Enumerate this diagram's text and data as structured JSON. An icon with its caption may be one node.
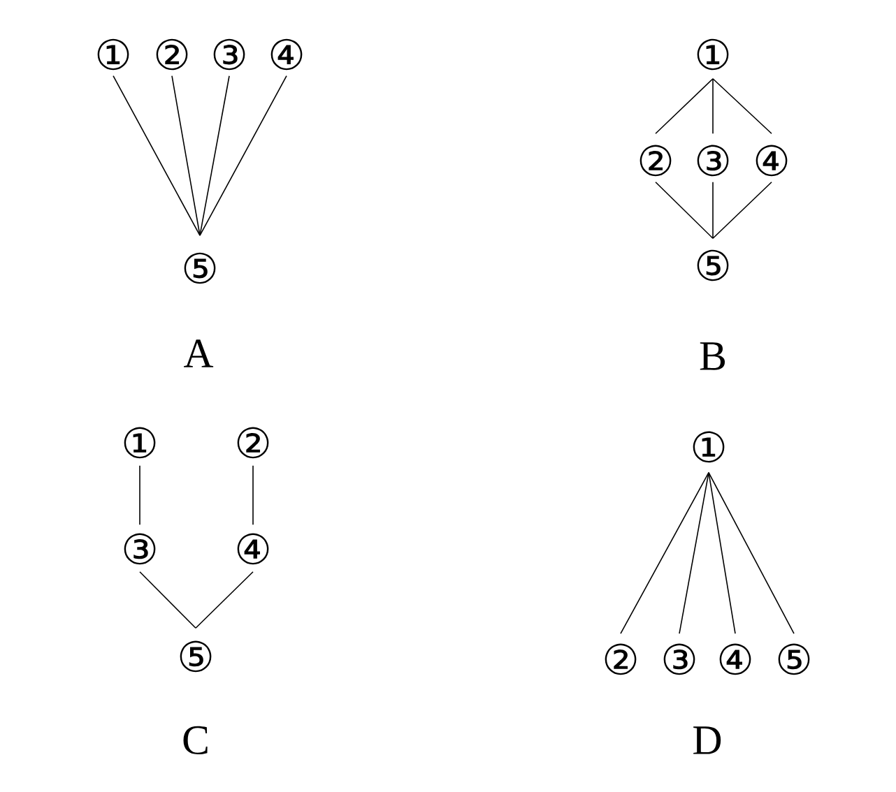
{
  "diagram": {
    "nodes": [
      {
        "text": [
          "①"
        ]
      },
      {
        "text": [
          "②"
        ]
      },
      {
        "text": [
          "③"
        ]
      },
      {
        "text": [
          "④"
        ]
      },
      {
        "text": [
          "⑤"
        ]
      },
      {
        "text": [
          "①"
        ]
      },
      {
        "text": [
          "②"
        ]
      },
      {
        "text": [
          "③"
        ]
      },
      {
        "text": [
          "④"
        ]
      },
      {
        "text": [
          "⑤"
        ]
      },
      {
        "text": [
          "①"
        ]
      },
      {
        "text": [
          "②"
        ]
      },
      {
        "text": [
          "③"
        ]
      },
      {
        "text": [
          "④"
        ]
      },
      {
        "text": [
          "⑤"
        ]
      },
      {
        "text": [
          "①"
        ]
      },
      {
        "text": [
          "②"
        ]
      },
      {
        "text": [
          "③"
        ]
      },
      {
        "text": [
          "④"
        ]
      },
      {
        "text": [
          "⑤"
        ]
      }
    ],
    "edges": [
      {
        "from": 0,
        "to": 4,
        "arrow": "none"
      },
      {
        "from": 1,
        "to": 4,
        "arrow": "none"
      },
      {
        "from": 2,
        "to": 4,
        "arrow": "none"
      },
      {
        "from": 3,
        "to": 4,
        "arrow": "none"
      },
      {
        "from": 5,
        "to": 6,
        "arrow": "none"
      },
      {
        "from": 5,
        "to": 7,
        "arrow": "none"
      },
      {
        "from": 5,
        "to": 8,
        "arrow": "none"
      },
      {
        "from": 6,
        "to": 9,
        "arrow": "none"
      },
      {
        "from": 7,
        "to": 9,
        "arrow": "none"
      },
      {
        "from": 8,
        "to": 9,
        "arrow": "none"
      },
      {
        "from": 10,
        "to": 12,
        "arrow": "none"
      },
      {
        "from": 11,
        "to": 13,
        "arrow": "none"
      },
      {
        "from": 12,
        "to": 14,
        "arrow": "none"
      },
      {
        "from": 13,
        "to": 14,
        "arrow": "none"
      },
      {
        "from": 15,
        "to": 16,
        "arrow": "none"
      },
      {
        "from": 15,
        "to": 17,
        "arrow": "none"
      },
      {
        "from": 15,
        "to": 18,
        "arrow": "none"
      },
      {
        "from": 15,
        "to": 19,
        "arrow": "none"
      }
    ],
    "labels": [
      "A",
      "B",
      "C",
      "D"
    ]
  }
}
